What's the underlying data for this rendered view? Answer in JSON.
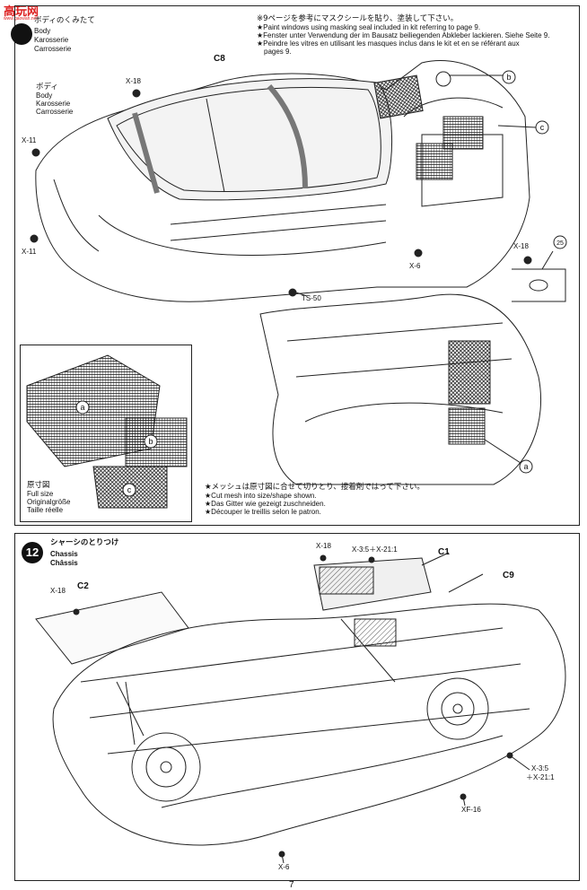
{
  "watermark": {
    "logo": "高玩网",
    "url": "www.gaowan.net"
  },
  "step11": {
    "title_jp": "ボディのくみたて",
    "title_de": "Karosserie",
    "title_fr": "Carrosserie",
    "title_en": "Body",
    "notes": [
      "※9ページを参考にマスクシールを貼り、塗装して下さい。",
      "★Paint windows using masking seal included in kit referring to page 9.",
      "★Fenster unter Verwendung der im Bausatz beiliegenden Abkleber lackieren. Siehe Seite 9.",
      "★Peindre les vitres en utilisant les masques inclus dans le kit et en se référant aux",
      "pages 9."
    ],
    "body_label": {
      "jp": "ボディ",
      "en": "Body",
      "de": "Karosserie",
      "fr": "Carrosserie"
    },
    "parts": {
      "c8": "C8",
      "b": "b",
      "c": "c",
      "a": "a"
    },
    "screws": {
      "x18_top": "X-18",
      "x11_a": "X-11",
      "x11_b": "X-11",
      "x6": "X-6",
      "ts50": "TS-50",
      "x18_right": "X-18",
      "num25": "25"
    },
    "mesh_inset": {
      "labels": [
        "a",
        "b",
        "c"
      ],
      "caption": [
        "原寸図",
        "Full size",
        "Originalgröße",
        "Taille réelle"
      ]
    },
    "mesh_notes": [
      "★メッシュは原寸図に合せて切りとり、接着剤ではって下さい。",
      "★Cut mesh into size/shape shown.",
      "★Das Gitter wie gezeigt zuschneiden.",
      "★Découper le treillis selon le patron."
    ]
  },
  "step12": {
    "number": "12",
    "title_jp": "シャーシのとりつけ",
    "title_en": "Chassis",
    "title_fr": "Châssis",
    "parts": {
      "c1": "C1",
      "c2": "C2",
      "c9": "C9"
    },
    "screws": {
      "x18_left": "X-18",
      "x18_center": "X-18",
      "x3_21_top": "X-3:5＋X-21:1",
      "x3_right_line1": "X-3:5",
      "x3_right_line2": "＋X-21:1",
      "xf16": "XF-16",
      "x6": "X-6"
    }
  },
  "page_number": "7"
}
